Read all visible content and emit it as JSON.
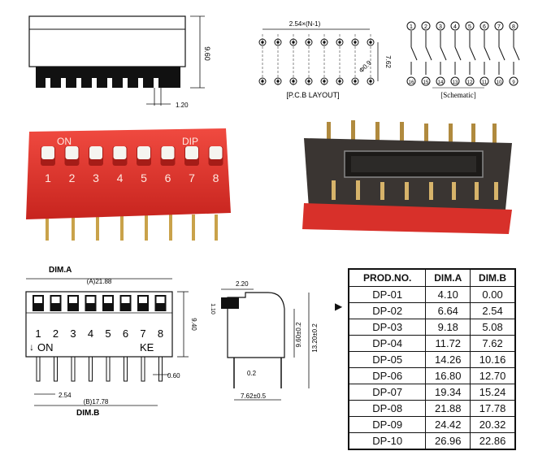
{
  "top_side": {
    "height_dim": "9.60",
    "pin_dim": "1.20"
  },
  "pcb_layout": {
    "pitch_dim": "2.54×(N-1)",
    "row_dim": "7.62",
    "hole_dim": "Φ0.9",
    "caption": "[P.C.B LAYOUT]"
  },
  "schematic": {
    "caption": "[Schematic]",
    "top_pins": [
      "1",
      "2",
      "3",
      "4",
      "5",
      "6",
      "7",
      "8"
    ],
    "bottom_pins": [
      "16",
      "15",
      "14",
      "13",
      "12",
      "11",
      "10",
      "9"
    ]
  },
  "photo_front": {
    "on_label": "ON",
    "dip_label": "DIP",
    "numbers": [
      "1",
      "2",
      "3",
      "4",
      "5",
      "6",
      "7",
      "8"
    ]
  },
  "front_drawing": {
    "dim_a_title": "DIM.A",
    "dim_a_value": "(A)21.88",
    "height_dim": "9.40",
    "numbers": [
      "1",
      "2",
      "3",
      "4",
      "5",
      "6",
      "7",
      "8"
    ],
    "on_label": "ON",
    "brand": "KE",
    "pitch_dim": "2.54",
    "dim_b_value": "(B)17.78",
    "dim_b_title": "DIM.B",
    "pin_width_dim": "0.60"
  },
  "side_drawing": {
    "top_dim": "2.20",
    "actuator_dim": "1.10",
    "body_dim": "9.60±0.2",
    "total_dim": "13.20±0.2",
    "pin_dim": "0.2",
    "row_dim": "7.62±0.5"
  },
  "table": {
    "headers": [
      "PROD.NO.",
      "DIM.A",
      "DIM.B"
    ],
    "rows": [
      [
        "DP-01",
        "4.10",
        "0.00"
      ],
      [
        "DP-02",
        "6.64",
        "2.54"
      ],
      [
        "DP-03",
        "9.18",
        "5.08"
      ],
      [
        "DP-04",
        "11.72",
        "7.62"
      ],
      [
        "DP-05",
        "14.26",
        "10.16"
      ],
      [
        "DP-06",
        "16.80",
        "12.70"
      ],
      [
        "DP-07",
        "19.34",
        "15.24"
      ],
      [
        "DP-08",
        "21.88",
        "17.78"
      ],
      [
        "DP-09",
        "24.42",
        "20.32"
      ],
      [
        "DP-10",
        "26.96",
        "22.86"
      ]
    ],
    "arrow_marker": "▶"
  },
  "colors": {
    "body_red": "#e0302a",
    "actuator_white": "#f5f5f0",
    "pin_gold": "#c9a24a"
  }
}
